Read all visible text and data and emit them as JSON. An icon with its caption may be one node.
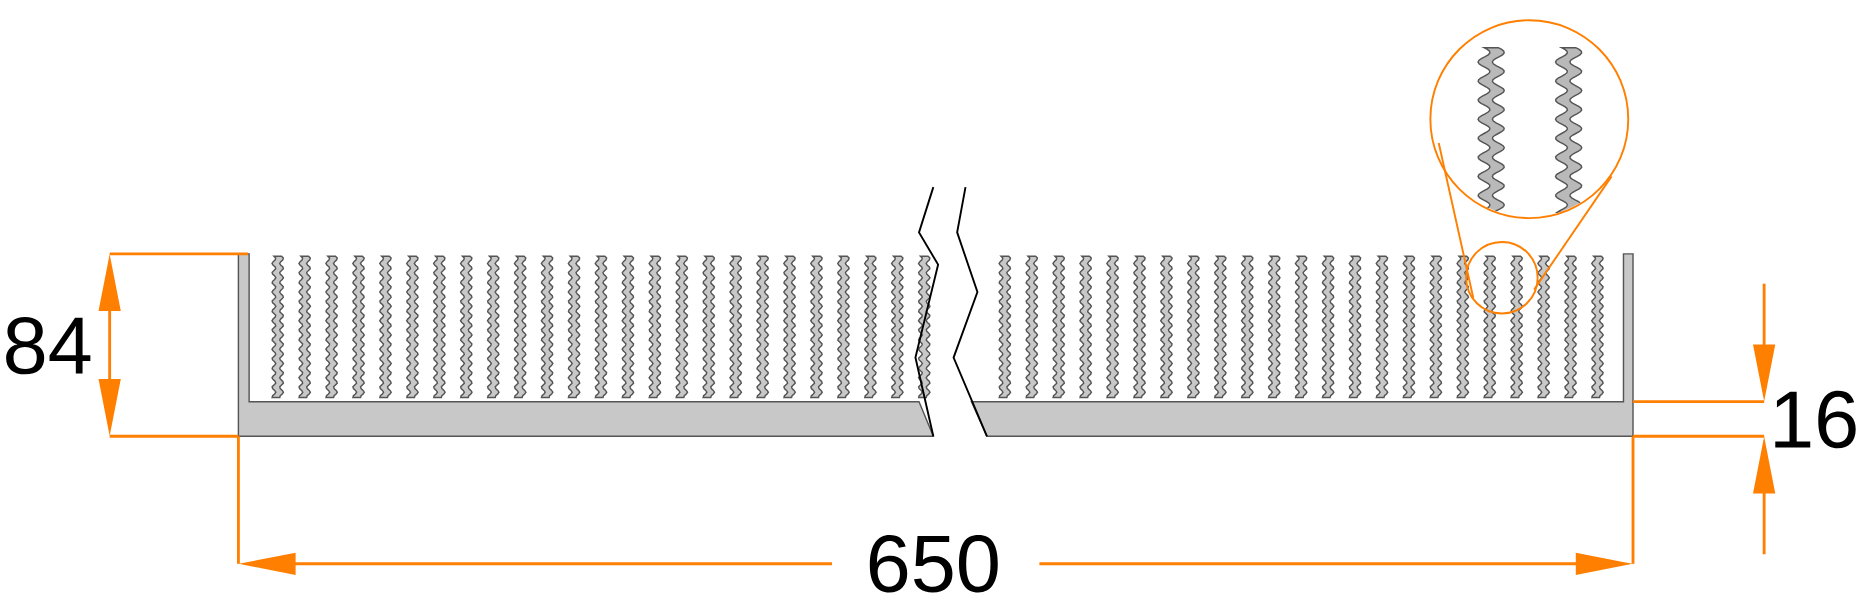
{
  "diagram": {
    "labels": [
      "84",
      "16",
      "650"
    ]
  }
}
